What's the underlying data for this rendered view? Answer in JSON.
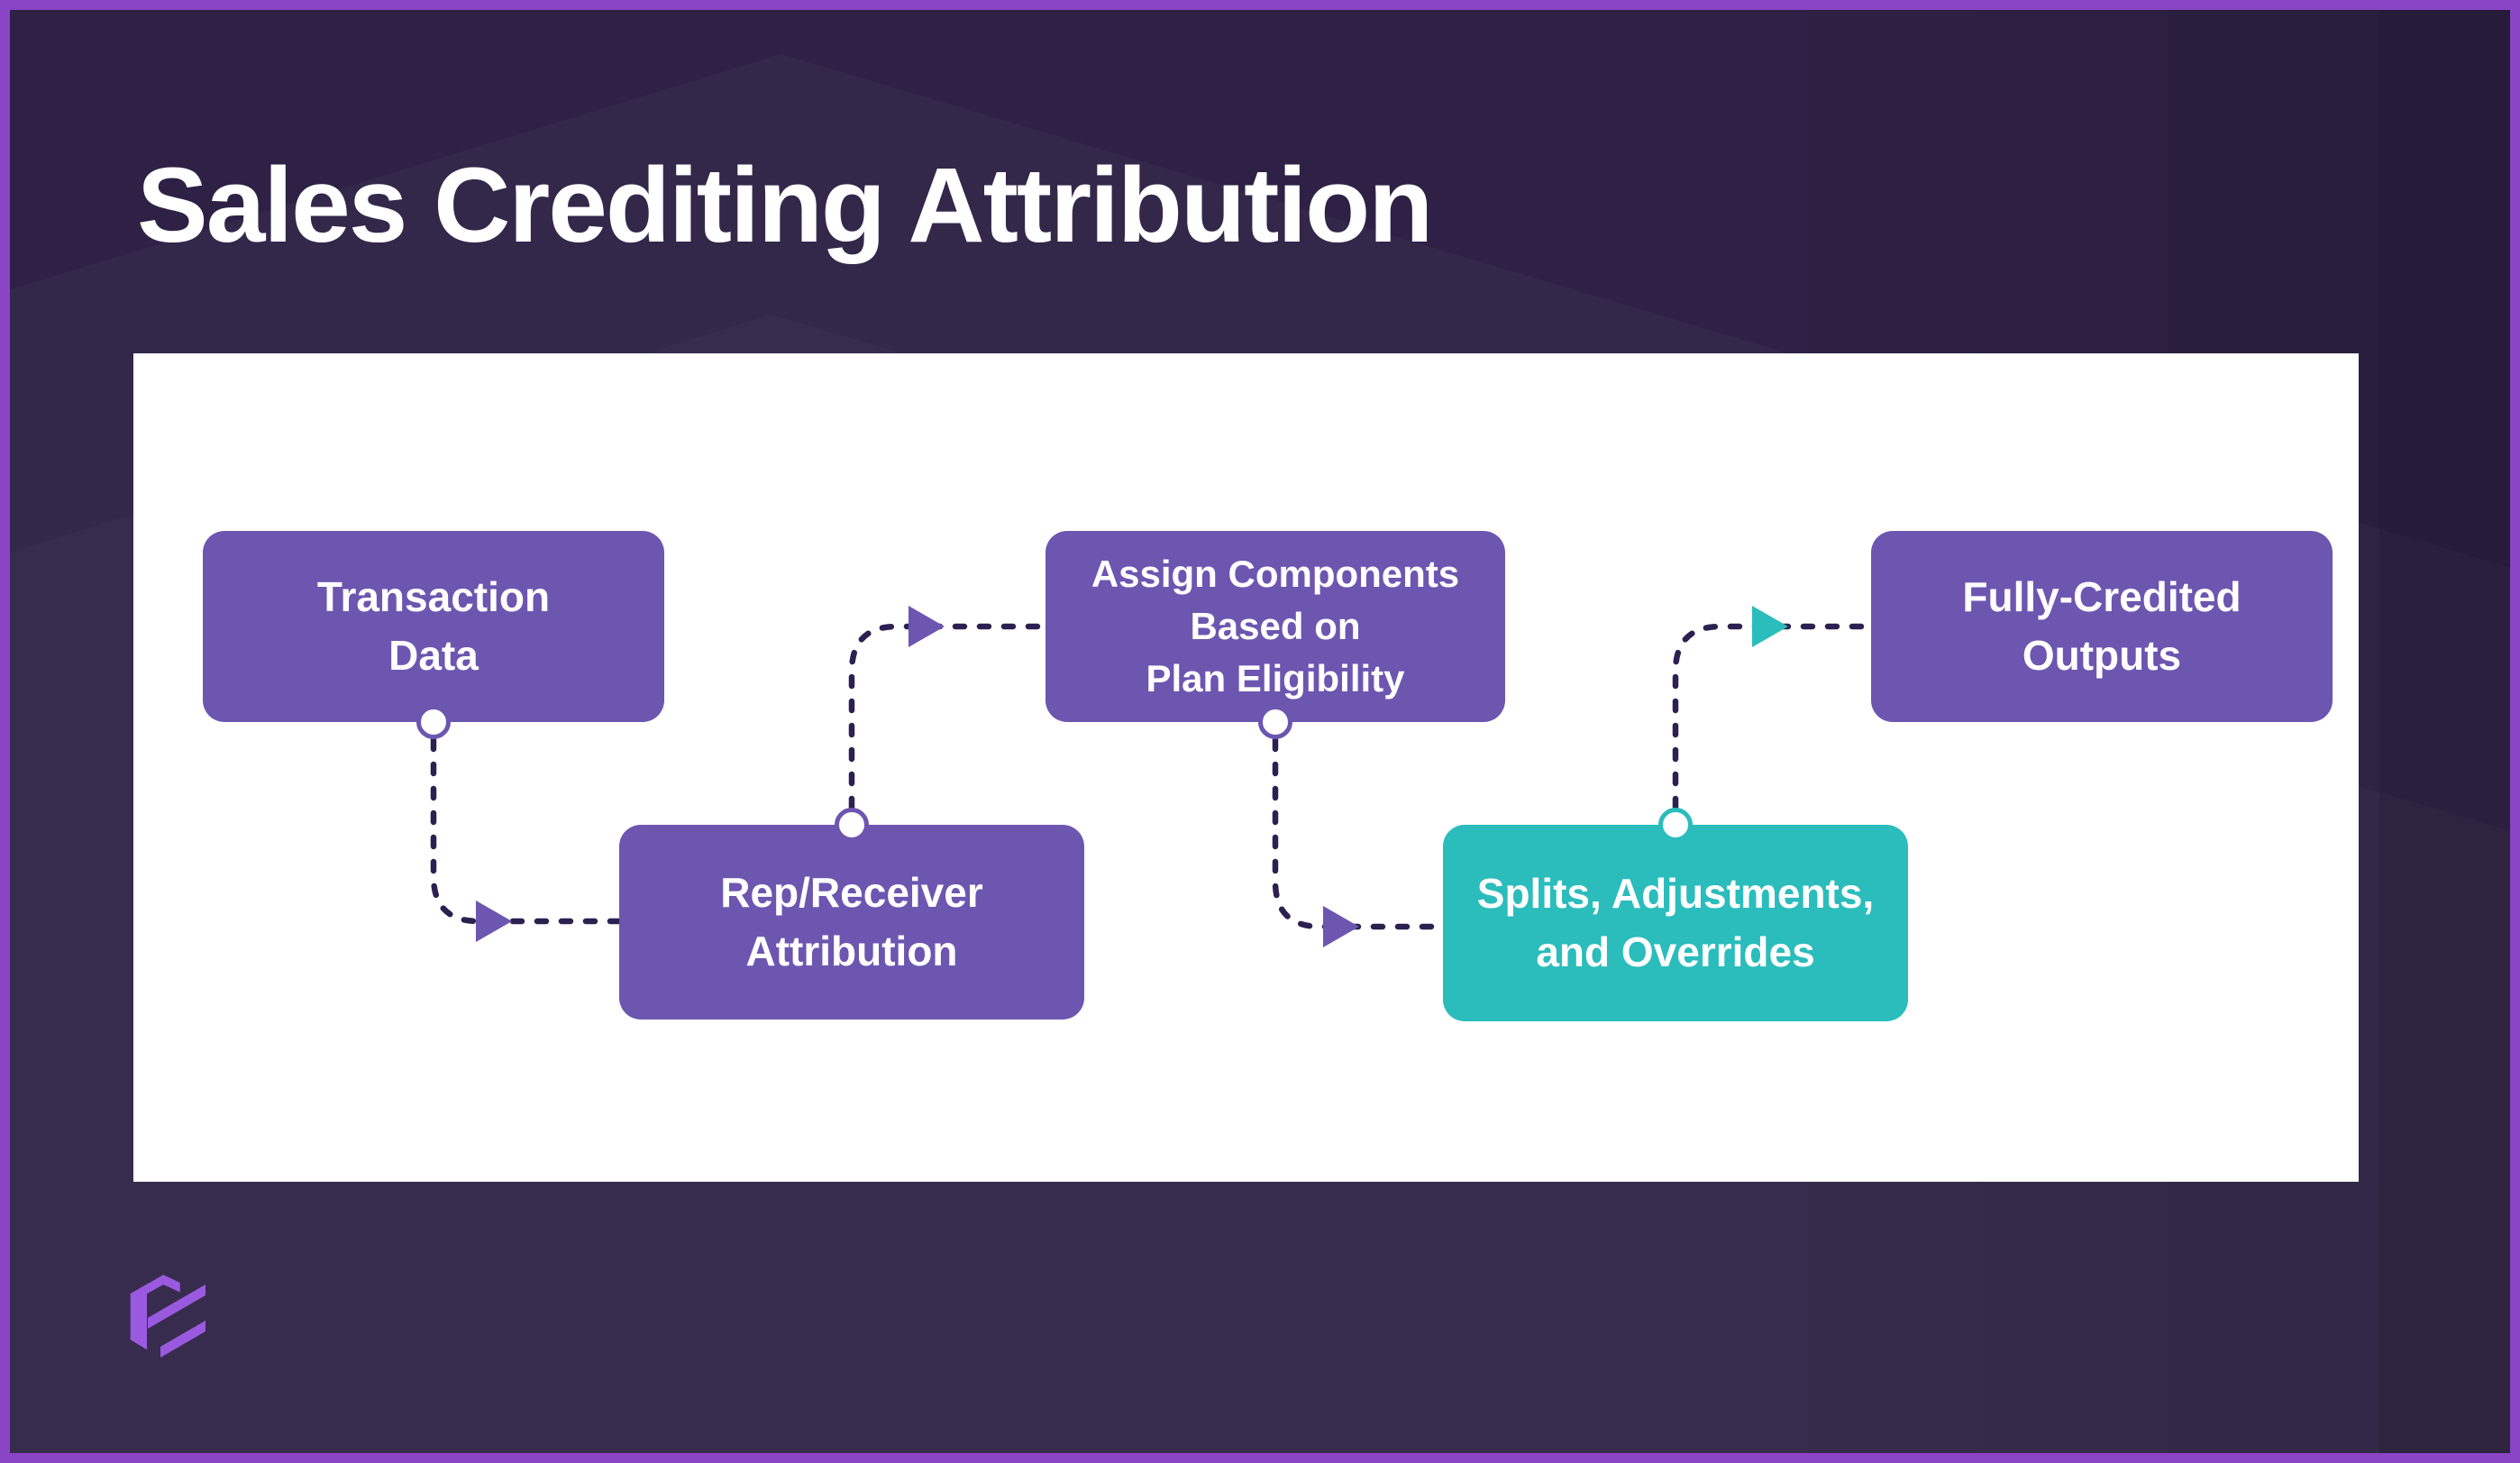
{
  "title": "Sales Crediting Attribution",
  "colors": {
    "frame_border": "#8a44c6",
    "background": "#2e2145",
    "panel": "#ffffff",
    "node_purple": "#6c56b0",
    "node_teal": "#2bbcbc",
    "connector_dash": "#2b2150",
    "arrow_purple": "#6c56b0",
    "arrow_teal": "#2bbcbc",
    "text": "#ffffff",
    "logo_purple": "#9a5ae0"
  },
  "flow": {
    "nodes": [
      {
        "label": "Transaction\nData",
        "color": "#6c56b0"
      },
      {
        "label": "Rep/Receiver\nAttribution",
        "color": "#6c56b0"
      },
      {
        "label": "Assign Components\nBased on\nPlan Eligibility",
        "color": "#6c56b0"
      },
      {
        "label": "Splits, Adjustments,\nand Overrides",
        "color": "#2bbcbc"
      },
      {
        "label": "Fully-Credited\nOutputs",
        "color": "#6c56b0"
      }
    ],
    "connectors": [
      {
        "from": "Transaction Data",
        "to": "Rep/Receiver Attribution",
        "style": "dashed",
        "arrow_color": "#6c56b0"
      },
      {
        "from": "Rep/Receiver Attribution",
        "to": "Assign Components Based on Plan Eligibility",
        "style": "dashed",
        "arrow_color": "#6c56b0"
      },
      {
        "from": "Assign Components Based on Plan Eligibility",
        "to": "Splits, Adjustments, and Overrides",
        "style": "dashed",
        "arrow_color": "#6c56b0"
      },
      {
        "from": "Splits, Adjustments, and Overrides",
        "to": "Fully-Credited Outputs",
        "style": "dashed",
        "arrow_color": "#2bbcbc"
      }
    ]
  },
  "brand": {
    "logo": "hexagonal-f-logo"
  }
}
